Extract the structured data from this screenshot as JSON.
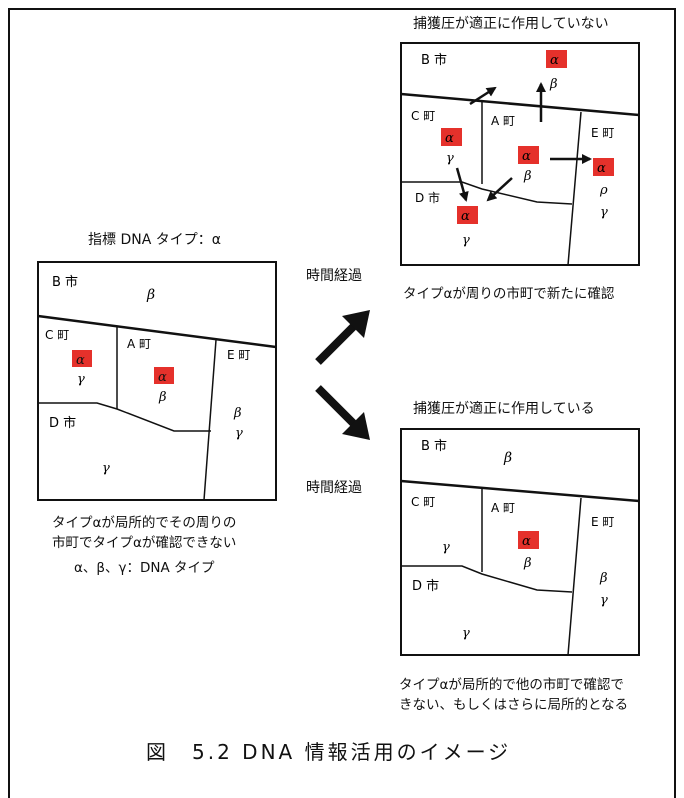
{
  "indicator_label": "指標 DNA タイプ：α",
  "time_elapsed_top": "時間経過",
  "time_elapsed_bottom": "時間経過",
  "top_right_title": "捕獲圧が適正に作用していない",
  "top_right_note": "タイプαが周りの市町で新たに確認",
  "bottom_right_title": "捕獲圧が適正に作用している",
  "bottom_right_note": "タイプαが局所的で他の市町で確認で\nきない、もしくはさらに局所的となる",
  "left_note": "タイプαが局所的でその周りの\n市町でタイプαが確認できない",
  "legend": "α、β、γ：DNA タイプ",
  "caption": "図　5.2  DNA 情報活用のイメージ",
  "towns": {
    "b": "B 市",
    "c": "C 町",
    "a": "A 町",
    "e": "E 町",
    "d": "D 市"
  },
  "types": {
    "alpha": "α",
    "beta": "β",
    "gamma": "γ",
    "rho": "ρ"
  },
  "colors": {
    "marker": "#e5312b",
    "line": "#111111"
  }
}
